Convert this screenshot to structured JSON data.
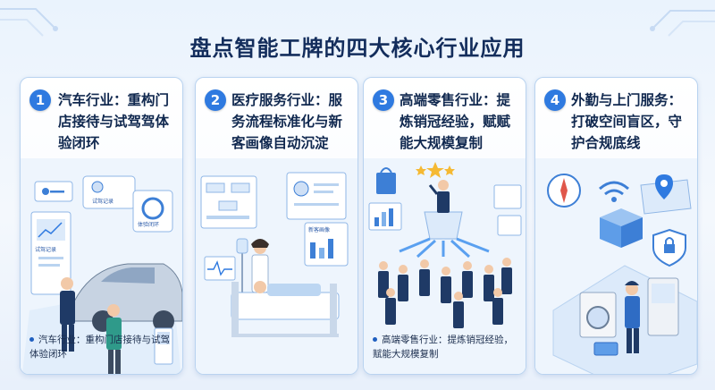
{
  "title": "盘点智能工牌的四大核心行业应用",
  "cards": [
    {
      "number": "1",
      "heading": "汽车行业：重构门店接待与试驾驾体验闭环",
      "panel_labels": [
        "试驾记录",
        "体验闭环",
        "试驾记录"
      ],
      "caption": "汽车行业：重构门店接待与试驾体验闭环"
    },
    {
      "number": "2",
      "heading": "医疗服务行业：服务流程标准化与新客画像自动沉淀",
      "panel_labels": [
        "新客画像"
      ]
    },
    {
      "number": "3",
      "heading": "高端零售行业：提炼销冠经验，赋赋能大规模复制",
      "caption": "高端零售行业：提炼销冠经验，赋能大规模复制"
    },
    {
      "number": "4",
      "heading": "外勤与上门服务：打破空间盲区，守护合规底线"
    }
  ],
  "colors": {
    "accent": "#2f7ae0",
    "title": "#132d5c",
    "border": "#b9d3f0"
  }
}
